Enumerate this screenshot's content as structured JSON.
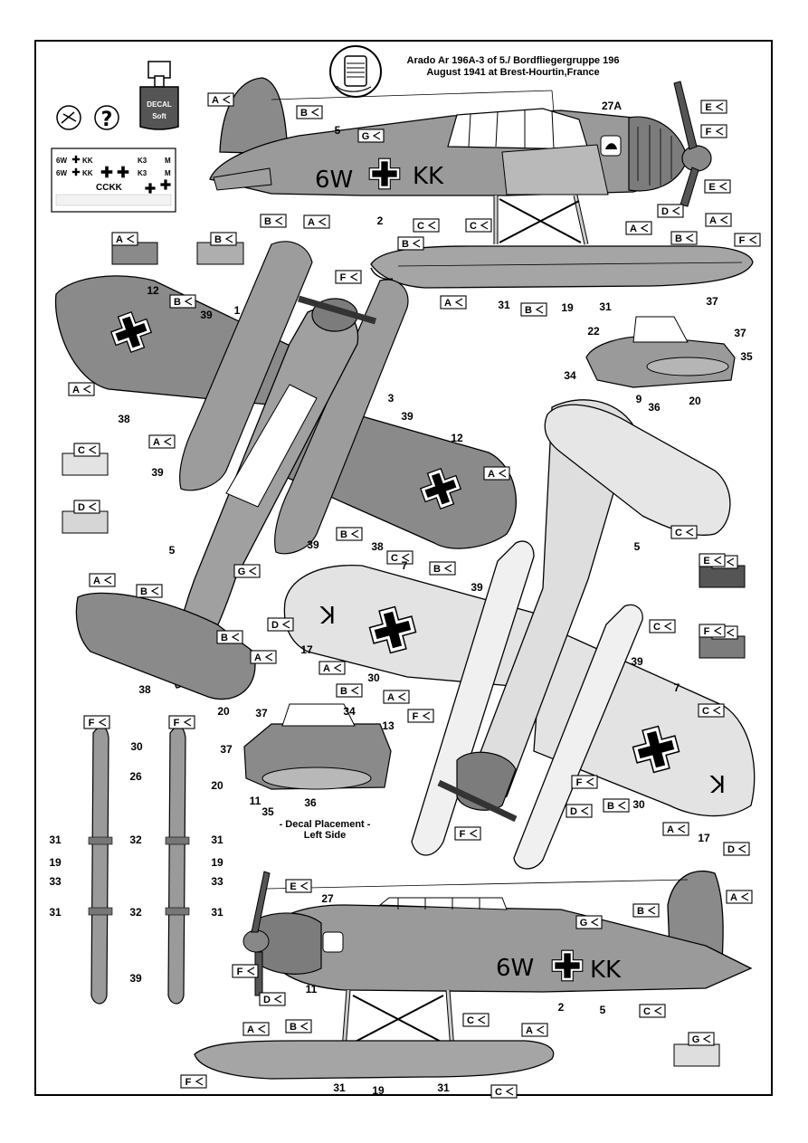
{
  "title_line1": "Arado Ar 196A-3 of 5./ Bordfliegergruppe 196",
  "title_line2": "August 1941 at Brest-Hourtin,France",
  "decal_can": {
    "line1": "DECAL",
    "line2": "Soft"
  },
  "help_icon": "?",
  "decal_sheet": {
    "row1": [
      "6W",
      "KK",
      "K3",
      "M"
    ],
    "row2": [
      "6W",
      "KK",
      "K3",
      "M"
    ],
    "row3": [
      "CCKK"
    ]
  },
  "color_swatches": [
    {
      "letter": "A",
      "hex": "#8a8a8a"
    },
    {
      "letter": "B",
      "hex": "#aeaeae"
    },
    {
      "letter": "C",
      "hex": "#e3e3e3"
    },
    {
      "letter": "D",
      "hex": "#d6d6d6"
    },
    {
      "letter": "E",
      "hex": "#555555"
    },
    {
      "letter": "F",
      "hex": "#7c7c7c"
    },
    {
      "letter": "G",
      "hex": "#dedede"
    }
  ],
  "color_tags": [
    "A",
    "B",
    "C",
    "D",
    "E",
    "F",
    "G"
  ],
  "markings": {
    "code_6w": "6W",
    "code_kk": "KK",
    "code_k": "K"
  },
  "callouts": [
    "1",
    "2",
    "3",
    "5",
    "7",
    "9",
    "11",
    "12",
    "13",
    "17",
    "19",
    "20",
    "22",
    "26",
    "27",
    "27A",
    "30",
    "31",
    "32",
    "33",
    "34",
    "35",
    "36",
    "37",
    "38",
    "39"
  ],
  "left_side_caption": {
    "line1": "- Decal Placement -",
    "line2": "Left Side"
  }
}
